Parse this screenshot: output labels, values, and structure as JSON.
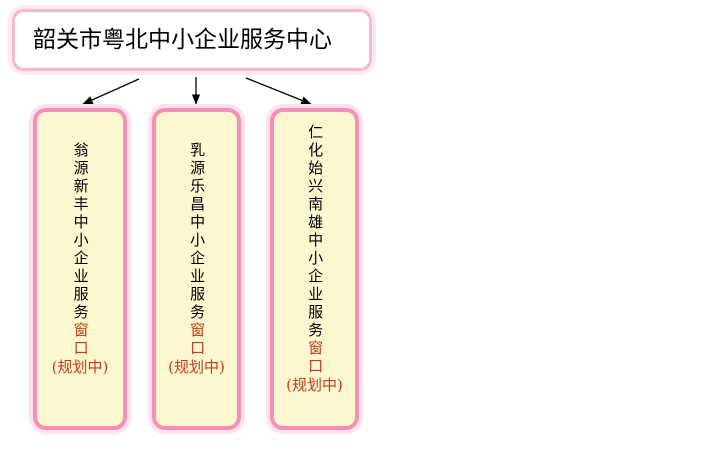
{
  "diagram": {
    "title": "韶关市粤北中小企业服务中心",
    "root": {
      "label": "韶关市粤北中小企业服务中心"
    },
    "nodes": [
      {
        "id": "wengyuan",
        "vertical_main": "翁源新丰中小企业服务",
        "vertical_highlight": "窗口",
        "status_note": "(规划中)",
        "full_label": "翁源新丰中小企业服务窗口(规划中)"
      },
      {
        "id": "ruyuan",
        "vertical_main": "乳源乐昌中小企业服务",
        "vertical_highlight": "窗口",
        "status_note": "(规划中)",
        "full_label": "乳源乐昌中小企业服务窗口(规划中)"
      },
      {
        "id": "renhua",
        "vertical_main": "仁化始兴南雄中小企业服务",
        "vertical_highlight": "窗口",
        "status_note": "(规划中)",
        "full_label": "仁化始兴南雄中小企业服务窗口(规划中)"
      }
    ],
    "connectors": [
      {
        "id": "arrow-to-wengyuan",
        "name": "arrow-left",
        "direction": "down-left"
      },
      {
        "id": "arrow-to-ruyuan",
        "name": "arrow-middle",
        "direction": "down"
      },
      {
        "id": "arrow-to-renhua",
        "name": "arrow-right",
        "direction": "down-right"
      }
    ],
    "colors": {
      "page_background": "#ffffff",
      "title_border": "#f6b9d0",
      "title_glow": "#fdeaf2",
      "title_fill": "#ffffff",
      "node_border": "#f78fb8",
      "node_glow": "#fce3ee",
      "node_fill": "#fbf8cf",
      "text_primary": "#000000",
      "text_highlight": "#c43b1b",
      "connector": "#000000"
    }
  }
}
